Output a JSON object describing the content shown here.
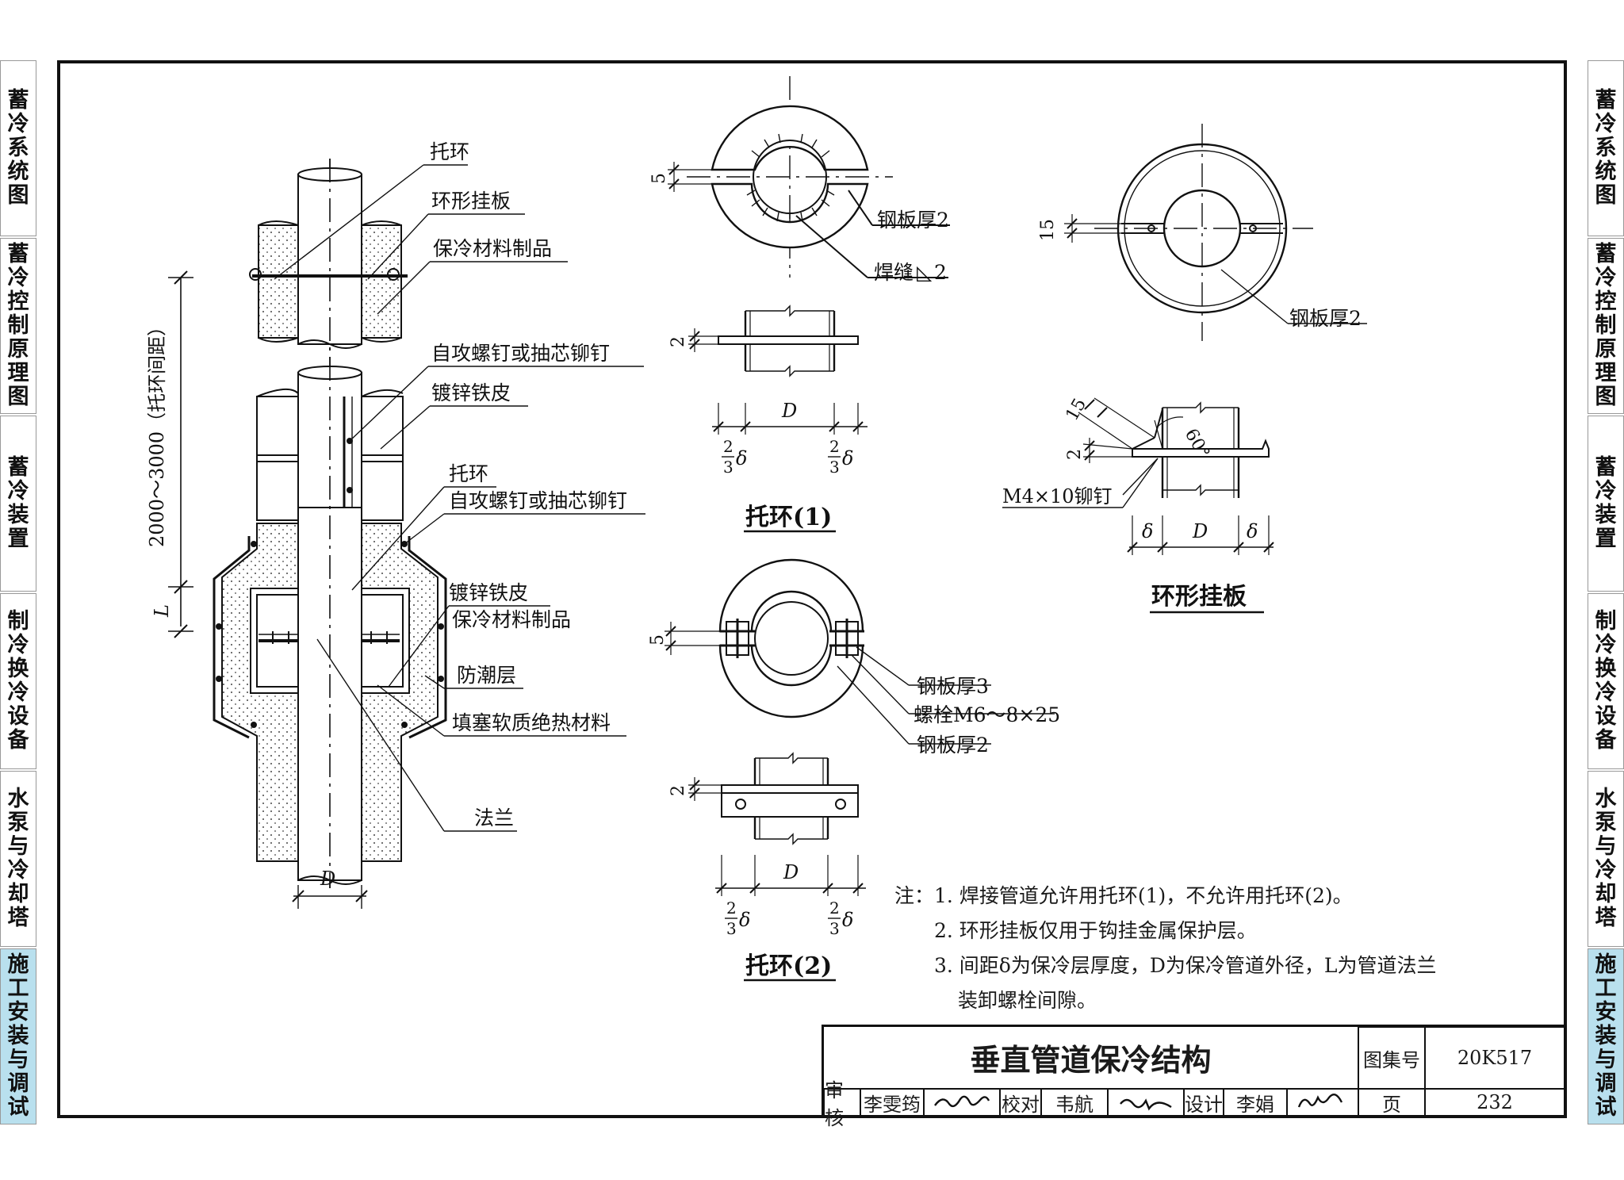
{
  "side_tabs": [
    {
      "label": "蓄冷系统图",
      "active": false
    },
    {
      "label": "蓄冷控制原理图",
      "active": false
    },
    {
      "label": "蓄冷装置",
      "active": false
    },
    {
      "label": "制冷换冷设备",
      "active": false
    },
    {
      "label": "水泵与冷却塔",
      "active": false
    },
    {
      "label": "施工安装与调试",
      "active": true
    }
  ],
  "colors": {
    "active_tab": "#b9e0ee",
    "line": "#111111"
  },
  "left_elevation": {
    "labels": {
      "tuohuan_top": "托环",
      "ring_plate": "环形挂板",
      "insulation_top": "保冷材料制品",
      "screw_top": "自攻螺钉或抽芯铆钉",
      "galv_top": "镀锌铁皮",
      "tuohuan_mid": "托环",
      "screw_mid": "自攻螺钉或抽芯铆钉",
      "galv_mid": "镀锌铁皮",
      "insulation_mid": "保冷材料制品",
      "moisture": "防潮层",
      "filler": "填塞软质绝热材料",
      "flange": "法兰"
    },
    "dim_spacing": "2000～3000（托环间距）",
    "dim_L": "L",
    "dim_D": "D"
  },
  "ring1": {
    "caption": "托环(1)",
    "gap": "5",
    "plate": "钢板厚2",
    "weld": "焊缝",
    "weld_size": "2",
    "side_dim": "2",
    "dim_D": "D",
    "frac_num": "2",
    "frac_den": "3",
    "delta": "δ"
  },
  "ring2": {
    "caption": "托环(2)",
    "gap": "5",
    "plate3": "钢板厚3",
    "bolt": "螺栓M6～8×25",
    "plate2": "钢板厚2",
    "side_dim": "2",
    "dim_D": "D",
    "frac_num": "2",
    "frac_den": "3",
    "delta": "δ"
  },
  "ring_plate": {
    "caption": "环形挂板",
    "dim15": "15",
    "plate": "钢板厚2",
    "dim_side15": "15",
    "angle": "60°",
    "dim_side2": "2",
    "rivet": "M4×10铆钉",
    "dim_D": "D",
    "delta": "δ"
  },
  "notes": {
    "prefix": "注：",
    "items": [
      "1. 焊接管道允许用托环(1)，不允许用托环(2)。",
      "2. 环形挂板仅用于钩挂金属保护层。",
      "3. 间距δ为保冷层厚度，D为保冷管道外径，L为管道法兰",
      "装卸螺栓间隙。"
    ]
  },
  "title_block": {
    "title": "垂直管道保冷结构",
    "atlas_label": "图集号",
    "atlas_no": "20K517",
    "review_label": "审核",
    "reviewer": "李雯筠",
    "check_label": "校对",
    "checker": "韦航",
    "design_label": "设计",
    "designer": "李娟",
    "page_label": "页",
    "page_no": "232"
  }
}
